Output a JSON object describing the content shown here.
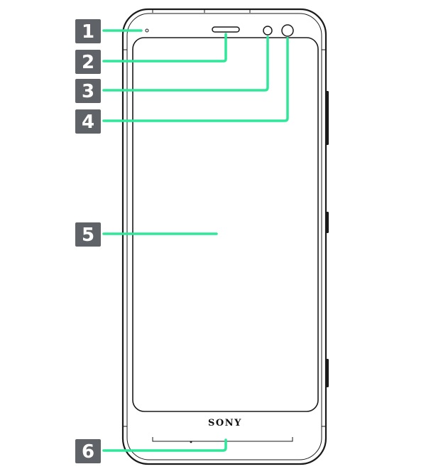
{
  "diagram": {
    "brand": "SONY",
    "callouts": [
      {
        "number": "1",
        "target": "proximity-sensor"
      },
      {
        "number": "2",
        "target": "earpiece"
      },
      {
        "number": "3",
        "target": "front-sensor"
      },
      {
        "number": "4",
        "target": "front-camera"
      },
      {
        "number": "5",
        "target": "display"
      },
      {
        "number": "6",
        "target": "bottom-edge"
      }
    ]
  },
  "colors": {
    "badge_fill": "#5f6368",
    "leader_line": "#2ee89a",
    "device_outline": "#1a1a1a",
    "background": "#ffffff"
  }
}
